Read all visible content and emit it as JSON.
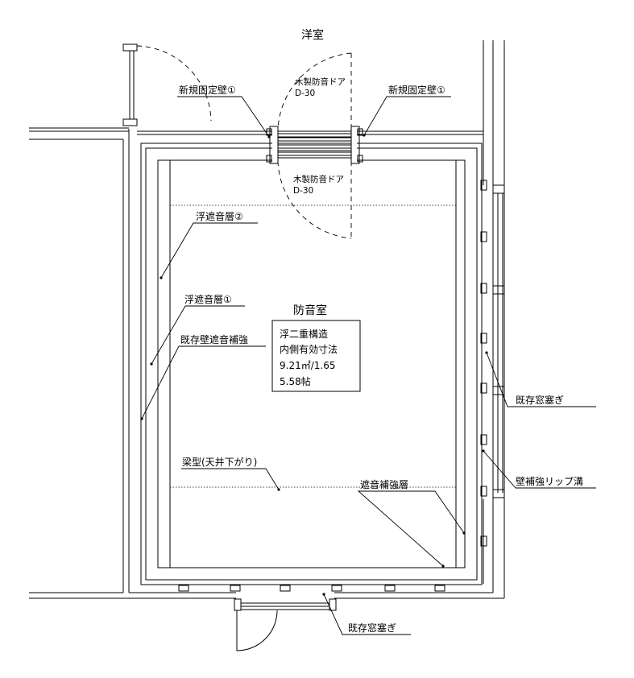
{
  "rooms": {
    "western_room": "洋室",
    "soundproof_room": "防音室"
  },
  "info_box": {
    "line1": "浮二重構造",
    "line2": "内側有効寸法",
    "line3": "9.21㎡/1.65",
    "line4": "5.58帖"
  },
  "labels": {
    "new_fixed_wall_left": "新規固定壁①",
    "new_fixed_wall_right": "新規固定壁①",
    "wood_door_top_name": "木製防音ドア",
    "wood_door_top_grade": "D-30",
    "wood_door_bottom_name": "木製防音ドア",
    "wood_door_bottom_grade": "D-30",
    "floating_layer_2": "浮遮音層②",
    "floating_layer_1": "浮遮音層①",
    "existing_wall_reinforce": "既存壁遮音補強",
    "beam": "梁型(天井下がり)",
    "sound_reinforce_layer": "遮音補強層",
    "existing_window_right": "既存窓塞ぎ",
    "wall_lip_channel": "壁補強リップ溝",
    "existing_window_bottom": "既存窓塞ぎ"
  }
}
